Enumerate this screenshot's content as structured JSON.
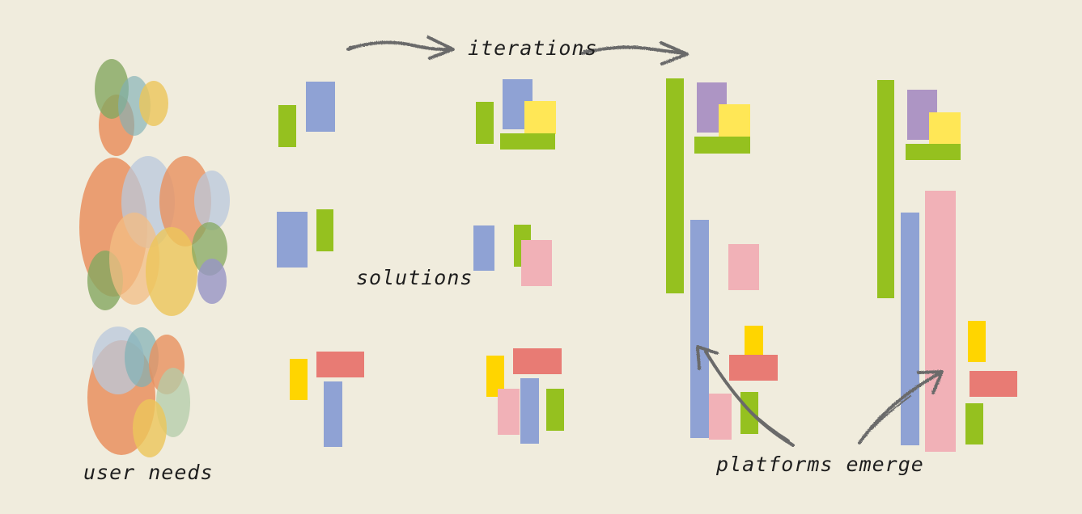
{
  "labels": {
    "user_needs": "user needs",
    "iterations": "iterations",
    "solutions": "solutions",
    "platforms": "platforms emerge"
  },
  "colors": {
    "background": "#f0ecdd",
    "green": "#95c11f",
    "blue": "#8fa2d4",
    "yellow": "#ffe756",
    "gold": "#ffd500",
    "purple": "#ad95c4",
    "pink": "#f1b1b7",
    "red": "#e87b74",
    "orange": "#e9915f",
    "arrow": "#6a6a6a"
  }
}
